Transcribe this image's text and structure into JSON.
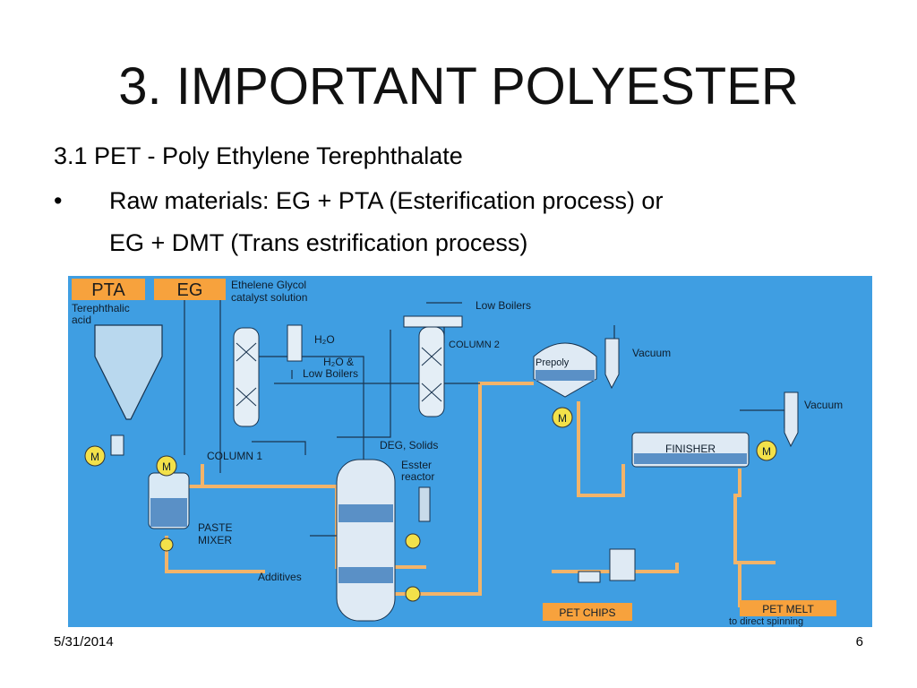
{
  "slide": {
    "title": "3. IMPORTANT POLYESTER",
    "subtitle": "3.1 PET - Poly Ethylene Terephthalate",
    "bullet": "•",
    "bullet_line1": "Raw materials: EG + PTA (Esterification process) or",
    "bullet_line2": "EG + DMT (Trans estrification process)"
  },
  "footer": {
    "date": "5/31/2014",
    "page": "6"
  },
  "diagram": {
    "pta": "PTA",
    "eg": "EG",
    "terephthalic_1": "Terephthalic",
    "terephthalic_2": "acid",
    "ethelene_1": "Ethelene Glycol",
    "ethelene_2": "catalyst solution",
    "h2o": "H₂O",
    "h2o_low_1": "H₂O &",
    "h2o_low_2": "Low Boilers",
    "column1": "COLUMN 1",
    "low_boilers": "Low Boilers",
    "column2": "COLUMN 2",
    "prepoly": "Prepoly",
    "vacuum1": "Vacuum",
    "vacuum2": "Vacuum",
    "deg_solids": "DEG, Solids",
    "ester_1": "Esster",
    "ester_2": "reactor",
    "finisher": "FINISHER",
    "paste_1": "PASTE",
    "paste_2": "MIXER",
    "additives": "Additives",
    "pet_chips": "PET CHIPS",
    "pet_melt": "PET MELT",
    "direct_spinning": "to direct spinning",
    "motor": "M",
    "colors": {
      "background": "#3f9ee2",
      "orange_label": "#f7a23d",
      "pipe_orange": "#f2b46a",
      "motor_yellow": "#f3e14a"
    }
  }
}
